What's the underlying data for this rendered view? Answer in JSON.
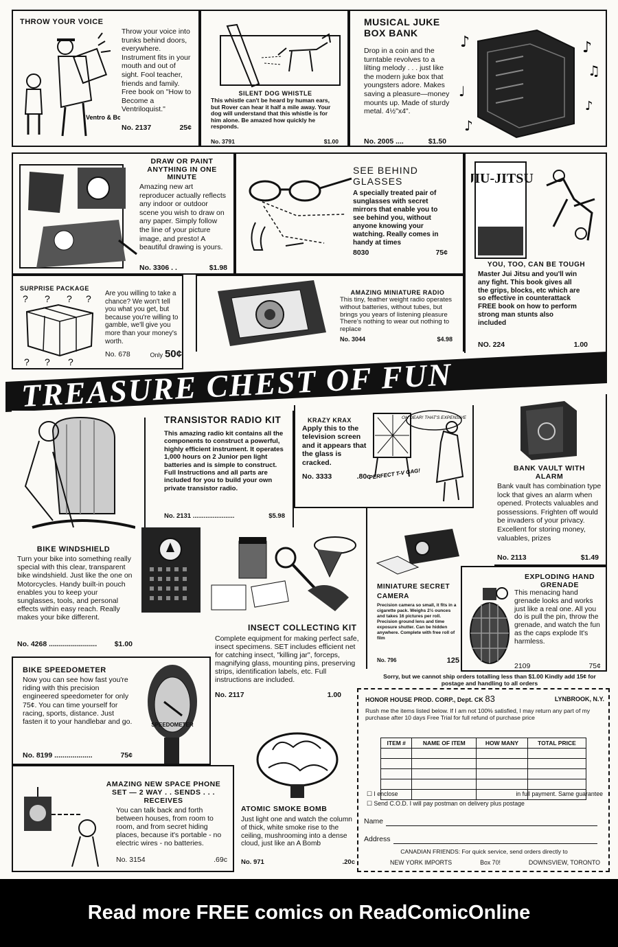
{
  "ads": {
    "ventro": {
      "title": "THROW YOUR VOICE",
      "body": "Throw your voice into trunks behind doors, everywhere. Instrument fits in your mouth and out of sight. Fool teacher, friends and family. Free book on \"How to Become a Ventriloquist.\"",
      "number": "No. 2137",
      "price": "25¢",
      "art_label": "Ventro & Book"
    },
    "whistle": {
      "title": "SILENT DOG WHISTLE",
      "body": "This whistle can't be heard by human ears, but Rover can hear it half a mile away. Your dog will understand that this whistle is for him alone. Be amazed how quickly he responds.",
      "number": "No. 3791",
      "price": "$1.00"
    },
    "juke": {
      "title": "MUSICAL JUKE BOX BANK",
      "body": "Drop in a coin and the turntable revolves to a lilting melody . . . just like the modern juke box that youngsters adore. Makes saving a pleasure—money mounts up. Made of sturdy metal. 4½\"x4\".",
      "number": "No. 2005 ....",
      "price": "$1.50"
    },
    "draw": {
      "title": "DRAW OR PAINT ANYTHING IN ONE MINUTE",
      "body": "Amazing new art reproducer actually reflects any indoor or outdoor scene you wish to draw on any paper. Simply follow the line of your picture image, and presto! A beautiful drawing is yours.",
      "number": "No. 3306 . .",
      "price": "$1.98"
    },
    "glasses": {
      "title": "SEE BEHIND GLASSES",
      "body": "A specially treated pair of sunglasses with secret mirrors that enable you to see behind you, without anyone knowing your watching. Really comes in handy at times",
      "number": "8030",
      "price": "75¢"
    },
    "jiujitsu": {
      "title": "YOU, TOO, CAN BE TOUGH",
      "body": "Master Jui Jitsu and you'll win any fight. This book gives all the grips, blocks, etc which are so effective in counterattack FREE book on how to perform strong man stunts also included",
      "number": "NO. 224",
      "price": "1.00",
      "book_title": "JIU-JITSU"
    },
    "surprise": {
      "title": "SURPRISE PACKAGE",
      "body": "Are you willing to take a chance? We won't tell you what you get, but because you're willing to gamble, we'll give you more than your money's worth.",
      "number": "No. 678",
      "price_prefix": "Only",
      "price": "50¢"
    },
    "radio": {
      "title": "AMAZING MINIATURE RADIO",
      "body": "This tiny, feather weight radio operates without batteries, without tubes, but brings you years of listening pleasure There's nothing to wear out nothing to replace",
      "number": "No. 3044",
      "price": "$4.98"
    },
    "banner": {
      "text": "TREASURE CHEST OF FUN"
    },
    "transistor": {
      "title": "TRANSISTOR RADIO KIT",
      "body": "This amazing radio kit contains all the components to construct a powerful, highly efficient instrument. It operates 1,000 hours on 2 Junior pen light batteries and is simple to construct. Full Instructions and all parts are included for you to build your own private transistor radio.",
      "number": "No. 2131 .......................",
      "price": "$5.98"
    },
    "krazy": {
      "title": "KRAZY KRAX",
      "body": "Apply this to the television screen and it appears that the glass is cracked.",
      "number": "No. 3333",
      "price": ".80c",
      "bubble": "OH DEAR! THAT'S EXPENSIVE",
      "caption": "THE PERFECT T-V GAG!"
    },
    "vault": {
      "title": "BANK VAULT WITH ALARM",
      "body": "Bank vault has combination type lock that gives an alarm when opened. Protects valuables and possessions. Frighten off would be invaders of your privacy. Excellent for storing money, valuables, prizes",
      "number": "No. 2113",
      "price": "$1.49"
    },
    "windshield": {
      "title": "BIKE WINDSHIELD",
      "body": "Turn your bike into something really special with this clear, transparent bike windshield. Just like the one on Motorcycles. Handy built-in pouch enables you to keep your sunglasses, tools, and personal effects within easy reach. Really makes your bike different.",
      "number": "No. 4268 ........................",
      "price": "$1.00"
    },
    "insect": {
      "title": "INSECT COLLECTING KIT",
      "body": "Complete equipment for making perfect safe, insect specimens. SET includes efficient net for catching insect, \"killing jar\", forceps, magnifying glass, mounting pins, preserving strips, identification labels, etc. Full instructions are included.",
      "number": "No. 2117",
      "price": "1.00"
    },
    "camera": {
      "title": "MINIATURE SECRET CAMERA",
      "body": "Precision camera so small, it fits in a cigarette pack. Weighs 2½ ounces and takes 16 pictures per roll. Precision ground lens and time exposure shutter. Can be hidden anywhere. Complete with free roll of film",
      "number": "No. 796",
      "price": "125"
    },
    "grenade": {
      "title": "EXPLODING HAND GRENADE",
      "body": "This menacing hand grenade looks and works just like a real one. All you do is pull the pin, throw the grenade, and watch the fun as the caps explode It's harmless.",
      "number": "2109",
      "price": "75¢"
    },
    "sorry": "Sorry, but we cannot ship orders totalling less than $1.00 Kindly add 15¢ for postage and handling to all orders",
    "speedo": {
      "title": "BIKE SPEEDOMETER",
      "body": "Now you can see how fast you're riding with this precision engineered speedometer for only 75¢. You can time yourself for racing, sports, distance. Just fasten it to your handlebar and go.",
      "number": "No. 8199 ...................",
      "price": "75¢",
      "dial_text": "SPEEDOMETER"
    },
    "phone": {
      "title": "AMAZING NEW SPACE PHONE SET — 2 WAY . . SENDS . . . RECEIVES",
      "body": "You can talk back and forth between houses, from room to room, and from secret hiding places, because it's portable - no electric wires - no batteries.",
      "number": "No. 3154",
      "price": ".69c"
    },
    "smoke": {
      "title": "ATOMIC SMOKE BOMB",
      "body": "Just light one and watch the column of thick, white smoke rise to the ceiling, mushrooming into a dense cloud, just like an A Bomb",
      "number": "No. 971",
      "price": ".20c"
    }
  },
  "order_form": {
    "company": "HONOR HOUSE PROD. CORP., Dept. CK",
    "dept_num": "83",
    "city": "LYNBROOK, N.Y.",
    "instructions": "Rush me the items listed below. If I am not 100% satisfied, I may return any part of my purchase after 10 days Free Trial for full refund of purchase price",
    "columns": [
      "ITEM #",
      "NAME OF ITEM",
      "HOW MANY",
      "TOTAL PRICE"
    ],
    "row_count": 5,
    "opt1_label": "I enclose",
    "opt1_tail": "in full payment. Same guarantee",
    "opt2_label": "Send C.O.D. I will pay postman on delivery plus postage",
    "name_label": "Name",
    "address_label": "Address",
    "canadian": "CANADIAN FRIENDS: For quick service, send orders directly to",
    "ny_imports": "NEW YORK IMPORTS",
    "box": "Box 70!",
    "downsview": "DOWNSVIEW, TORONTO"
  },
  "footer": {
    "text": "Read more FREE comics on ReadComicOnline"
  }
}
